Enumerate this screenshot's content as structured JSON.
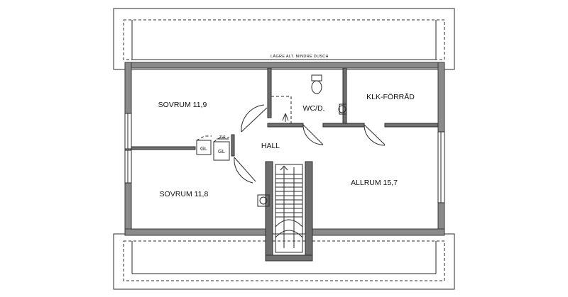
{
  "plan": {
    "note": "LÄGRE ALT. MINDRE DUSCH",
    "rooms": {
      "sovrum_top": "SOVRUM 11,9",
      "sovrum_bottom": "SOVRUM 11,8",
      "wc": "WC/D.",
      "klk": "KLK-FÖRRÅD",
      "hall": "HALL",
      "allrum": "ALLRUM 15,7"
    },
    "closets": {
      "gl_left": "GL",
      "gl_right": "GL",
      "dim": "110"
    }
  }
}
